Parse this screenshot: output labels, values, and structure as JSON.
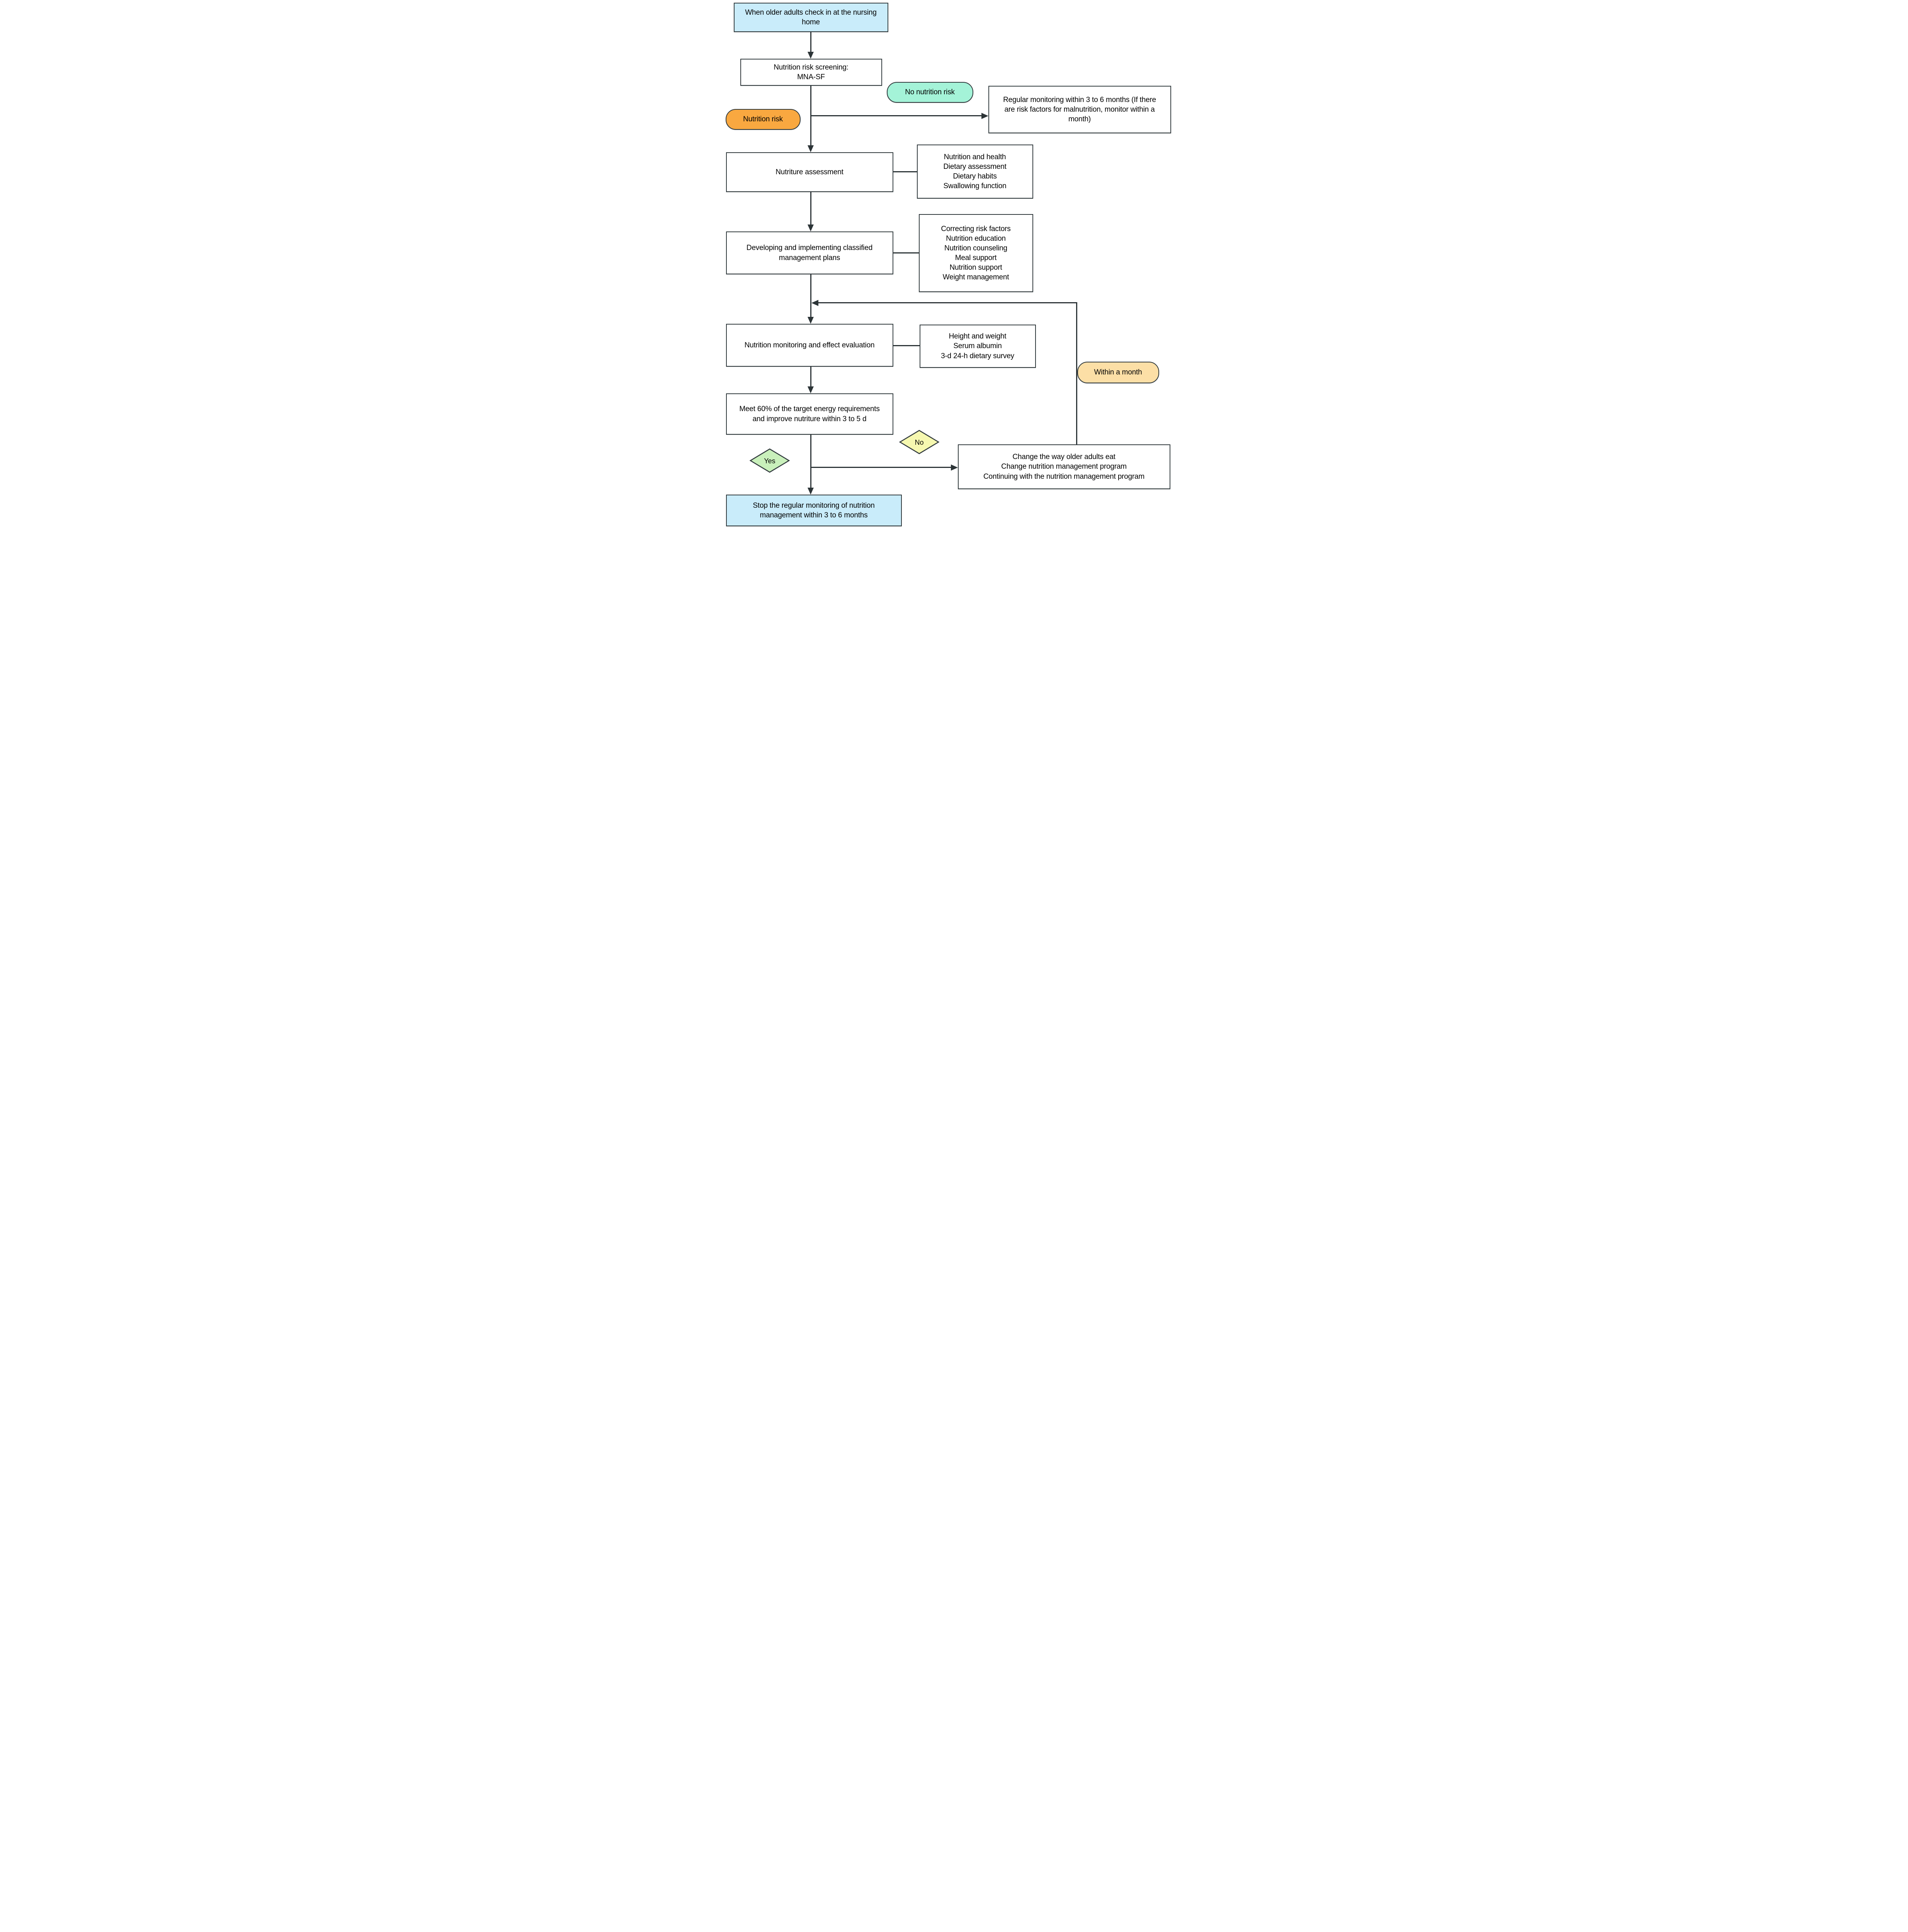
{
  "nodes": {
    "check_in": {
      "label": "When older adults check in at the nursing home"
    },
    "screening": {
      "label": "Nutrition risk screening:\nMNA-SF"
    },
    "no_risk": {
      "label": "No nutrition risk"
    },
    "risk": {
      "label": "Nutrition risk"
    },
    "regular_monitoring": {
      "label": "Regular monitoring within 3 to 6 months (If there are risk factors for malnutrition, monitor within a month)"
    },
    "nutriture_assessment": {
      "label": "Nutriture assessment"
    },
    "assessment_details": {
      "label": "Nutrition and health\nDietary assessment\nDietary habits\nSwallowing function"
    },
    "developing_plans": {
      "label": "Developing and implementing classified management plans"
    },
    "plan_details": {
      "label": "Correcting risk factors\nNutrition education\nNutrition counseling\nMeal support\nNutrition support\nWeight management"
    },
    "monitoring_evaluation": {
      "label": "Nutrition monitoring and effect evaluation"
    },
    "monitoring_details": {
      "label": "Height and weight\nSerum albumin\n3-d 24-h dietary survey"
    },
    "within_month": {
      "label": "Within a month"
    },
    "meet_target": {
      "label": "Meet 60% of the target energy requirements and improve nutriture within 3 to 5 d"
    },
    "yes": {
      "label": "Yes"
    },
    "no": {
      "label": "No"
    },
    "change_program": {
      "label": "Change the way older adults eat\nChange nutrition management program\nContinuing with the nutrition management program"
    },
    "stop_monitoring": {
      "label": "Stop the regular monitoring of nutrition management within 3 to 6 months"
    }
  },
  "colors": {
    "light_blue": "#c9ecfa",
    "mint_green": "#a4f3d8",
    "orange": "#f9a840",
    "peach": "#fcdfa6",
    "diamond_green": "#c9f0bb",
    "diamond_yellow": "#f6f8b0",
    "line": "#2c3437",
    "border": "#323b3e"
  }
}
